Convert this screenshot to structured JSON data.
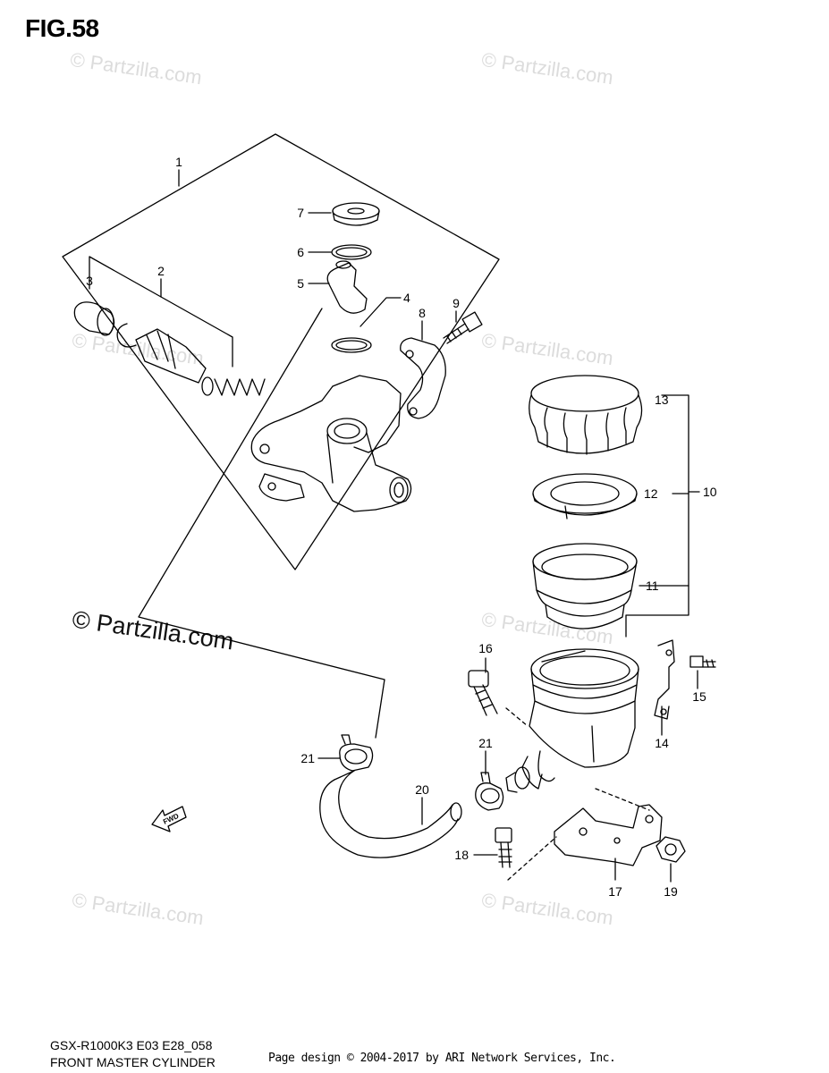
{
  "figure": {
    "title": "FIG.58",
    "model_code": "GSX-R1000K3 E03 E28_058",
    "name": "FRONT MASTER CYLINDER",
    "page_credit": "Page design © 2004-2017 by ARI Network Services, Inc."
  },
  "watermark": {
    "small": "© Partzilla.com",
    "large": "© Partzilla.com"
  },
  "fwd_label": "FWD",
  "callouts": {
    "c1": "1",
    "c2": "2",
    "c3": "3",
    "c4": "4",
    "c5": "5",
    "c6": "6",
    "c7": "7",
    "c8": "8",
    "c9": "9",
    "c10": "10",
    "c11": "11",
    "c12": "12",
    "c13": "13",
    "c14": "14",
    "c15": "15",
    "c16": "16",
    "c17": "17",
    "c18": "18",
    "c19": "19",
    "c20": "20",
    "c21a": "21",
    "c21b": "21"
  }
}
